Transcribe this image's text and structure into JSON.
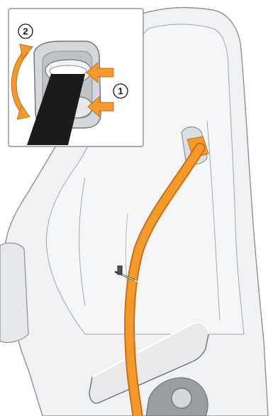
{
  "figure": {
    "callouts": [
      {
        "id": "1",
        "label": "1"
      },
      {
        "id": "2",
        "label": "2"
      }
    ]
  },
  "colors": {
    "belt": "#f39a2b",
    "belt_edge": "#c8701a",
    "seat_fill": "#f0f1f2",
    "seat_line": "#8e9297",
    "inset_border": "#8e9297",
    "strap": "#1b1b1b",
    "arrow": "#f39a2b"
  }
}
